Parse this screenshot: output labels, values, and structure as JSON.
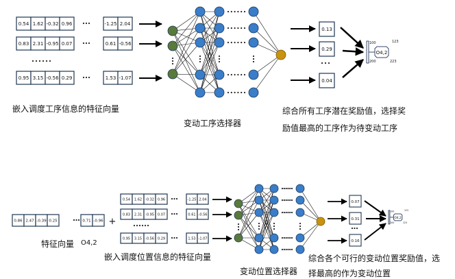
{
  "top": {
    "input_rows": [
      {
        "left": [
          "0.54",
          "1.62",
          "-0.32",
          "0.96"
        ],
        "right": [
          "-1.25",
          "2.04"
        ]
      },
      {
        "left": [
          "0.83",
          "2.31",
          "-0.95",
          "0.07"
        ],
        "right": [
          "0.61",
          "-0.56"
        ]
      },
      {
        "left": [
          "0.95",
          "3.15",
          "-0.56",
          "0.29"
        ],
        "right": [
          "1.53",
          "-1.07"
        ]
      }
    ],
    "outputs": [
      "0.13",
      "0.29",
      "0.04"
    ],
    "result": {
      "label": "O4,2",
      "tl": "100",
      "tr": "123",
      "bl": "200",
      "br": "223"
    },
    "captions": {
      "input": "嵌入调度工序信息的特征向量",
      "network": "变动工序选择器",
      "output_line1": "综合所有工序潜在奖励值，选择奖",
      "output_line2": "励值最高的工序作为待变动工序"
    }
  },
  "bottom": {
    "feature_vector": {
      "left": [
        "0.86",
        "2.47",
        "-0.39",
        "0.25"
      ],
      "right": [
        "0.71",
        "-0.96"
      ]
    },
    "plus": "+",
    "input_rows": [
      {
        "left": [
          "0.54",
          "1.62",
          "-0.32",
          "0.96"
        ],
        "right": [
          "-1.25",
          "2.04"
        ]
      },
      {
        "left": [
          "0.83",
          "2.31",
          "-0.95",
          "0.07"
        ],
        "right": [
          "0.61",
          "-0.56"
        ]
      },
      {
        "left": [
          "0.95",
          "3.15",
          "-0.56",
          "0.29"
        ],
        "right": [
          "1.53",
          "-1.07"
        ]
      }
    ],
    "outputs": [
      "0.07",
      "0.31",
      "0.16"
    ],
    "result": {
      "label": "O4,2",
      "tl": "100",
      "tr": "123",
      "bl": "200",
      "br": "223"
    },
    "captions": {
      "feature": "特征向量",
      "feature_symbol": "O4,2",
      "input": "嵌入调度位置信息的特征向量",
      "network": "变动位置选择器",
      "output_line1": "综合各个可行的变动位置奖励值，选",
      "output_line2": "择最高的作为变动位置"
    }
  },
  "colors": {
    "input_node": "#5a7a3a",
    "hidden_node": "#3a7dc9",
    "output_node": "#c9920f",
    "stroke": "#1b3a5c",
    "box": "#1f3550"
  }
}
